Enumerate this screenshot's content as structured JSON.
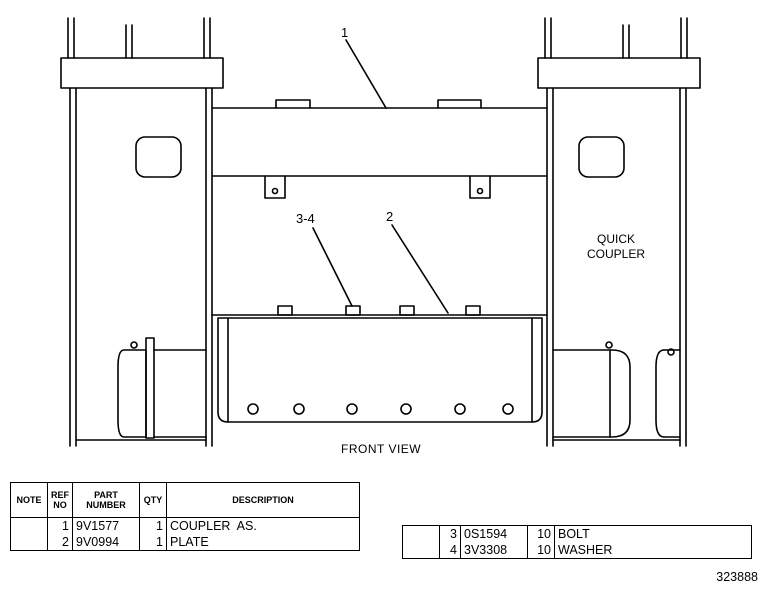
{
  "callouts": {
    "c1": "1",
    "c2": "2",
    "c34": "3-4"
  },
  "note": {
    "line1": "QUICK",
    "line2": "COUPLER"
  },
  "view_label": "FRONT VIEW",
  "table_headers": {
    "note": "NOTE",
    "ref_no": "REF NO",
    "part_number": "PART NUMBER",
    "qty": "QTY",
    "description": "DESCRIPTION"
  },
  "parts_left": [
    {
      "ref": "1",
      "part": "9V1577",
      "qty": "1",
      "desc": "COUPLER  AS."
    },
    {
      "ref": "2",
      "part": "9V0994",
      "qty": "1",
      "desc": "PLATE"
    }
  ],
  "parts_right": [
    {
      "ref": "3",
      "part": "0S1594",
      "qty": "10",
      "desc": "BOLT"
    },
    {
      "ref": "4",
      "part": "3V3308",
      "qty": "10",
      "desc": "WASHER"
    }
  ],
  "drawing_number": "323888"
}
